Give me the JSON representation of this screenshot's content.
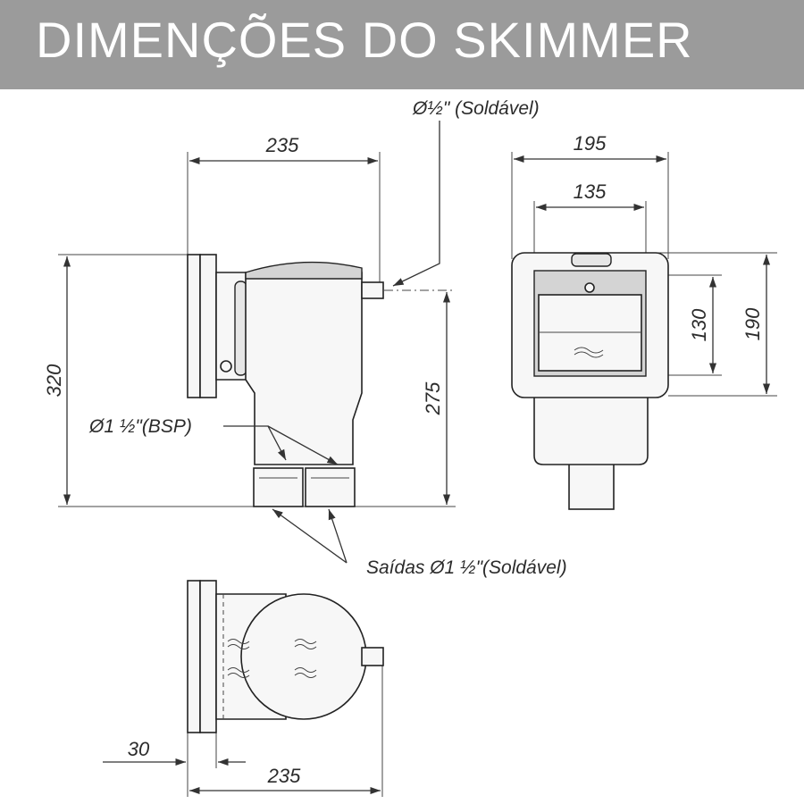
{
  "header": {
    "title": "DIMENÇÕES DO SKIMMER"
  },
  "labels": {
    "side_width": "235",
    "side_height_total": "320",
    "side_height_body": "275",
    "inlet_note": "Ø½\" (Soldável)",
    "bsp_note": "Ø1 ½\"(BSP)",
    "outlet_note": "Saídas Ø1 ½\"(Soldável)",
    "front_width_outer": "195",
    "front_width_inner": "135",
    "front_height_inner": "130",
    "front_height_outer": "190",
    "top_flange": "30",
    "top_width": "235"
  }
}
